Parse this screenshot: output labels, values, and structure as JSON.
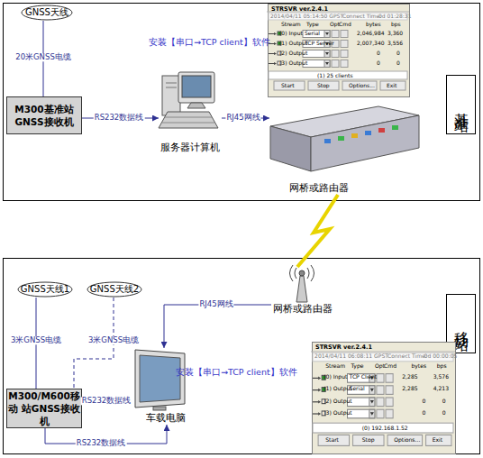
{
  "diagram": {
    "nodes": [
      {
        "text": [
          "基准站"
        ]
      },
      {
        "text": [
          "GNSS天线"
        ],
        "in": 0
      },
      {
        "text": [
          "M300基准站 GNSS接收机"
        ],
        "in": 0
      },
      {
        "text": [
          "服务器计算机"
        ],
        "in": 0
      },
      {
        "text": [
          "STRSVR ver.2.4.1"
        ],
        "in": 0
      },
      {
        "text": [
          "网桥或路由器"
        ],
        "in": 0
      },
      {
        "text": [
          "移动站"
        ]
      },
      {
        "text": [
          "GNSS天线1"
        ],
        "in": 6
      },
      {
        "text": [
          "GNSS天线2"
        ],
        "in": 6
      },
      {
        "text": [
          "网桥或路由器"
        ],
        "in": 6
      },
      {
        "text": [
          "M300/M600移动 站GNSS接收机"
        ],
        "in": 6
      },
      {
        "text": [
          "车载电脑"
        ],
        "in": 6
      },
      {
        "text": [
          "STRSVR ver.2.4.1"
        ],
        "in": 6
      }
    ],
    "edges": [
      {
        "from": 1,
        "to": 2,
        "label": "20米GNSS电缆",
        "arrow": "none"
      },
      {
        "from": 2,
        "to": 3,
        "label": "RS232数据线",
        "arrow": "to"
      },
      {
        "from": 3,
        "to": 5,
        "label": "RJ45网线",
        "arrow": "to"
      },
      {
        "from": 5,
        "to": 9,
        "arrow": "none"
      },
      {
        "from": 7,
        "to": 10,
        "label": "3米GNSS电缆",
        "arrow": "none"
      },
      {
        "from": 8,
        "to": 10,
        "label": "3米GNSS电缆",
        "arrow": "none"
      },
      {
        "from": 9,
        "to": 11,
        "label": "RJ45网线",
        "arrow": "to"
      },
      {
        "from": 11,
        "to": 10,
        "label": "RS232数据线",
        "arrow": "to"
      },
      {
        "from": 10,
        "to": 11,
        "label": "RS232数据线",
        "arrow": "to"
      }
    ],
    "labels": [
      "安装【串口→TCP client】软件",
      "2014/04/11 05:14:50 GPST",
      "Connect Time:",
      "0d 01:28:31",
      "Stream",
      "Type",
      "Opt",
      "Cmd",
      "bytes",
      "bps",
      "(0) Input",
      "Serial",
      "2,046,984",
      "3,360",
      "(1) Output",
      "TCP Server",
      "2,007,340",
      "3,556",
      "(2) Output",
      "0",
      "0",
      "(3) Output",
      "0",
      "0",
      "(1) 25 clients",
      "Start",
      "Stop",
      "Options...",
      "Exit",
      "安装【串口→TCP client】软件",
      "2014/04/11 06:08:11 GPST",
      "Connect Time:",
      "0d 00:00:05",
      "Stream",
      "Type",
      "Opt",
      "Cmd",
      "bytes",
      "bps",
      "(0) Input",
      "TCP Client",
      "2,285",
      "3,576",
      "(1) Output",
      "Serial",
      "2,285",
      "4,213",
      "(2) Output",
      "0",
      "0",
      "(3) Output",
      "0",
      "0",
      "(0) 192.168.1.52",
      "Start",
      "Stop",
      "Options...",
      "Exit"
    ]
  }
}
